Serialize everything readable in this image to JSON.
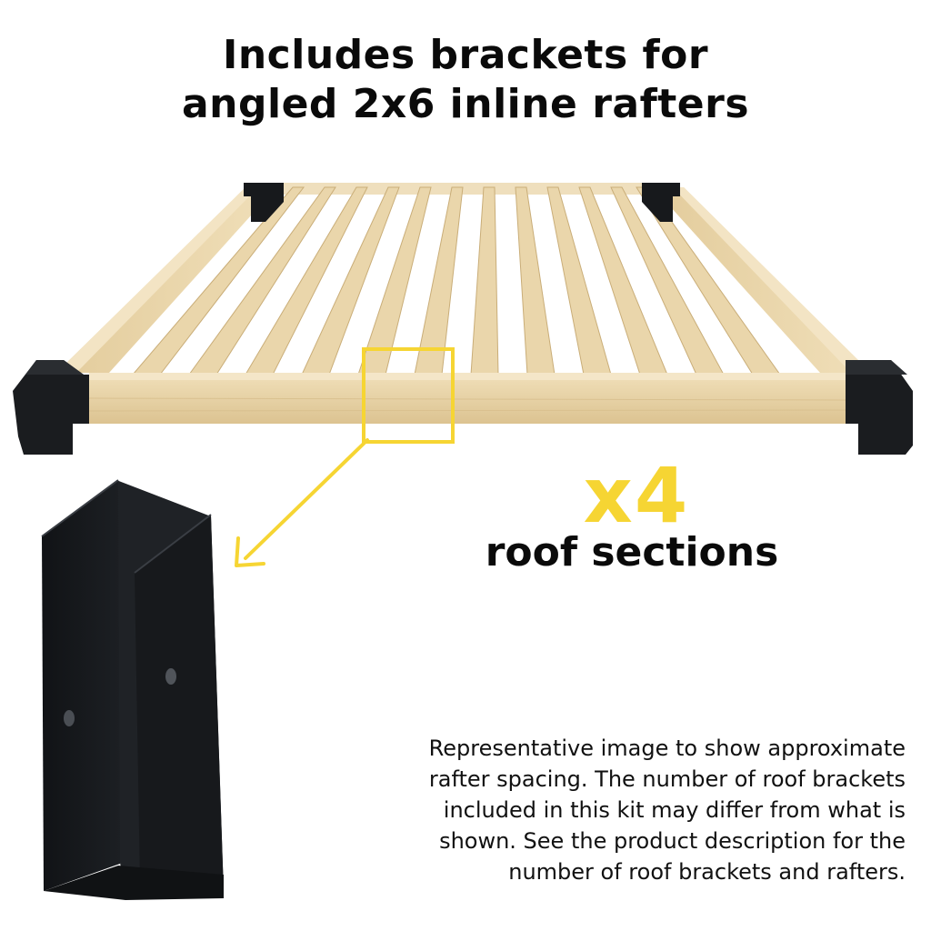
{
  "headline": {
    "line1": "Includes brackets for",
    "line2": "angled 2x6 inline rafters"
  },
  "multiplier": "x4",
  "sections_label": "roof sections",
  "disclaimer": {
    "line1": "Representative image to show approximate",
    "line2": "rafter spacing. The number of roof brackets",
    "line3": "included in this kit may differ from what is",
    "line4": "shown. See the product description for the",
    "line5": "number of roof brackets and rafters."
  },
  "colors": {
    "accent": "#f6d533",
    "bracket": "#16181b",
    "wood": "#e6cfa2",
    "text": "#0a0a0a"
  },
  "icons": {
    "callout": "arrow-down-left-icon"
  }
}
